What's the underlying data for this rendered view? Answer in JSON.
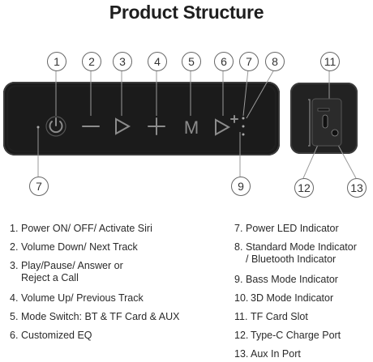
{
  "header": {
    "title": "Product Structure"
  },
  "callouts": {
    "c1": "1",
    "c2": "2",
    "c3": "3",
    "c4": "4",
    "c5": "5",
    "c6": "6",
    "c7a": "7",
    "c8": "8",
    "c7b": "7",
    "c9": "9",
    "c11": "11",
    "c12": "12",
    "c13": "13"
  },
  "buttons": {
    "mode_letter": "M"
  },
  "legend_left": [
    {
      "num": "1.",
      "text": "Power ON/ OFF/ Activate Siri"
    },
    {
      "num": "2.",
      "text": "Volume Down/ Next Track"
    },
    {
      "num": "3.",
      "text": "Play/Pause/ Answer or",
      "text2": "Reject a Call"
    },
    {
      "num": "4.",
      "text": "Volume Up/ Previous Track"
    },
    {
      "num": "5.",
      "text": "Mode Switch: BT & TF Card & AUX"
    },
    {
      "num": "6.",
      "text": "Customized EQ"
    }
  ],
  "legend_right": [
    {
      "num": "7.",
      "text": "Power LED Indicator"
    },
    {
      "num": "8.",
      "text": "Standard Mode Indicator",
      "text2": "/ Bluetooth Indicator"
    },
    {
      "num": "9.",
      "text": "Bass Mode Indicator"
    },
    {
      "num": "10.",
      "text": "3D Mode Indicator"
    },
    {
      "num": "11.",
      "text": "TF Card Slot"
    },
    {
      "num": "12.",
      "text": "Type-C Charge Port"
    },
    {
      "num": "13.",
      "text": "Aux In Port"
    }
  ]
}
